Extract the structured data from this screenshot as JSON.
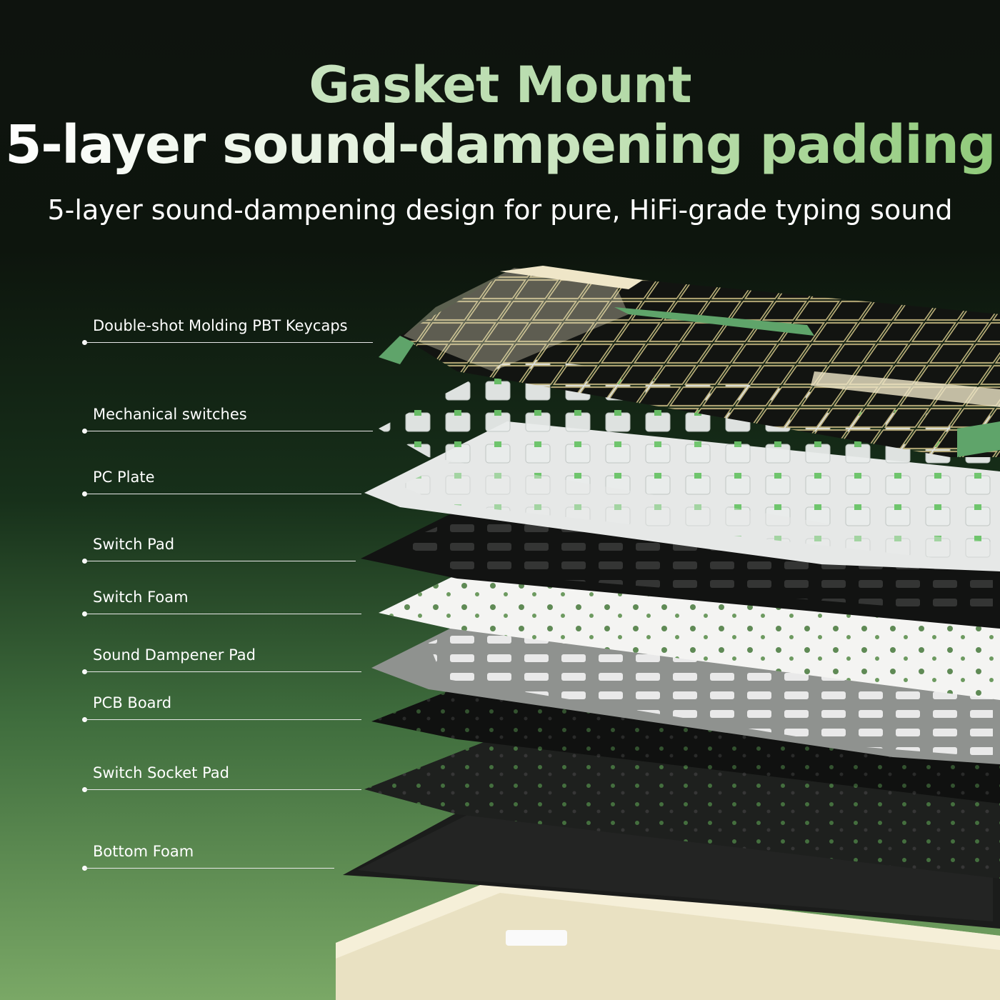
{
  "header": {
    "title_line1": "Gasket Mount",
    "title_line2": "5-layer sound-dampening padding",
    "subtitle": "5-layer sound-dampening design for pure, HiFi-grade typing sound"
  },
  "layers": [
    {
      "label": "Double-shot Molding PBT Keycaps"
    },
    {
      "label": "Mechanical switches"
    },
    {
      "label": "PC Plate"
    },
    {
      "label": "Switch Pad"
    },
    {
      "label": "Switch Foam"
    },
    {
      "label": "Sound Dampener Pad"
    },
    {
      "label": "PCB Board"
    },
    {
      "label": "Switch Socket Pad"
    },
    {
      "label": "Bottom Foam"
    }
  ],
  "colors": {
    "accent_green": "#8fca79",
    "keycap_cream": "#efe6c8",
    "keycap_green": "#5fa46a",
    "keycap_dark": "#141613"
  }
}
